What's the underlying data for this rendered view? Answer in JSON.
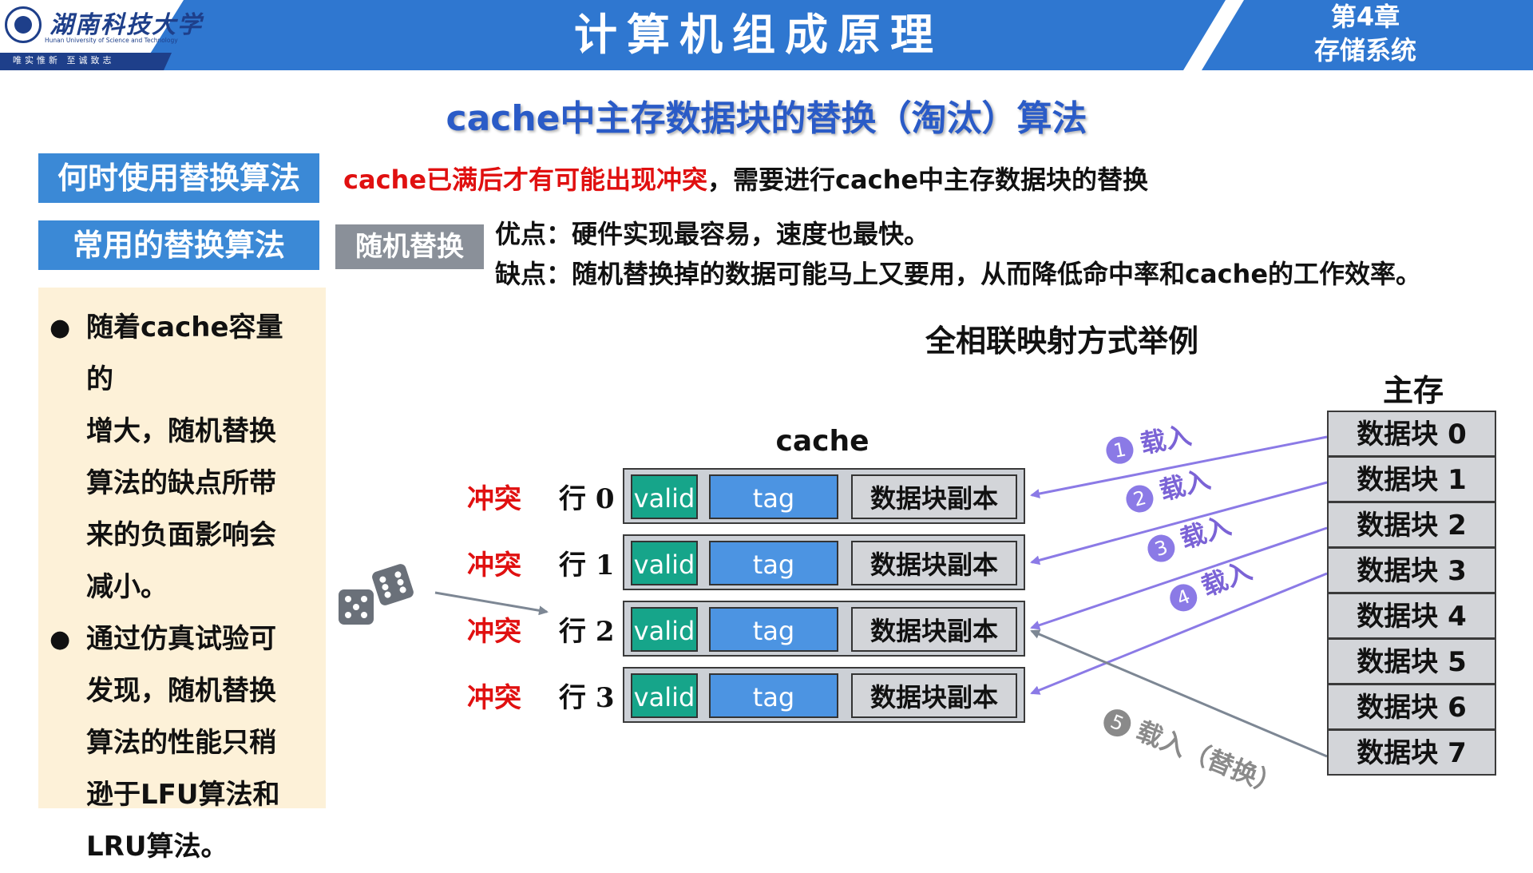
{
  "header": {
    "university_name": "湖南科技大学",
    "university_en": "Hunan University of Science and Technology",
    "motto": "唯实惟新   至诚致志",
    "course_title": "计算机组成原理",
    "chapter": "第4章",
    "chapter_topic": "存储系统"
  },
  "slide_title": "cache中主存数据块的替换（淘汰）算法",
  "when_label": "何时使用替换算法",
  "when_text_red": "cache已满后才有可能出现冲突",
  "when_text_rest": "，需要进行cache中主存数据块的替换",
  "common_label": "常用的替换算法",
  "random_label": "随机替换",
  "pros": "优点：硬件实现最容易，速度也最快。",
  "cons": "缺点：随机替换掉的数据可能马上又要用，从而降低命中率和cache的工作效率。",
  "notes": [
    [
      "随着cache容量的",
      "增大，随机替换",
      "算法的缺点所带",
      "来的负面影响会",
      "减小。"
    ],
    [
      "通过仿真试验可",
      "发现，随机替换",
      "算法的性能只稍",
      "逊于LFU算法和",
      "LRU算法。"
    ]
  ],
  "example_title": "全相联映射方式举例",
  "main_memory_label": "主存",
  "cache_label": "cache",
  "cache_rows": [
    {
      "conflict": "冲突",
      "label": "行 0",
      "valid": "valid",
      "tag": "tag",
      "copy": "数据块副本"
    },
    {
      "conflict": "冲突",
      "label": "行 1",
      "valid": "valid",
      "tag": "tag",
      "copy": "数据块副本"
    },
    {
      "conflict": "冲突",
      "label": "行 2",
      "valid": "valid",
      "tag": "tag",
      "copy": "数据块副本"
    },
    {
      "conflict": "冲突",
      "label": "行 3",
      "valid": "valid",
      "tag": "tag",
      "copy": "数据块副本"
    }
  ],
  "memory_blocks": [
    "数据块 0",
    "数据块 1",
    "数据块 2",
    "数据块 3",
    "数据块 4",
    "数据块 5",
    "数据块 6",
    "数据块 7"
  ],
  "loads": [
    {
      "num": "1",
      "text": "载入"
    },
    {
      "num": "2",
      "text": "载入"
    },
    {
      "num": "3",
      "text": "载入"
    },
    {
      "num": "4",
      "text": "载入"
    },
    {
      "num": "5",
      "text": "载入（替换）"
    }
  ],
  "icons": {
    "logo": "university-seal-icon",
    "dice": "dice-icon"
  },
  "colors": {
    "header_blue": "#2f77d0",
    "label_blue": "#3b89d6",
    "title_blue": "#2a5bc7",
    "conflict_red": "#e01010",
    "valid_green": "#16a58a",
    "tag_blue": "#4c94e2",
    "arrow_purple": "#8b7ae6",
    "note_bg": "#fdf1d8"
  }
}
